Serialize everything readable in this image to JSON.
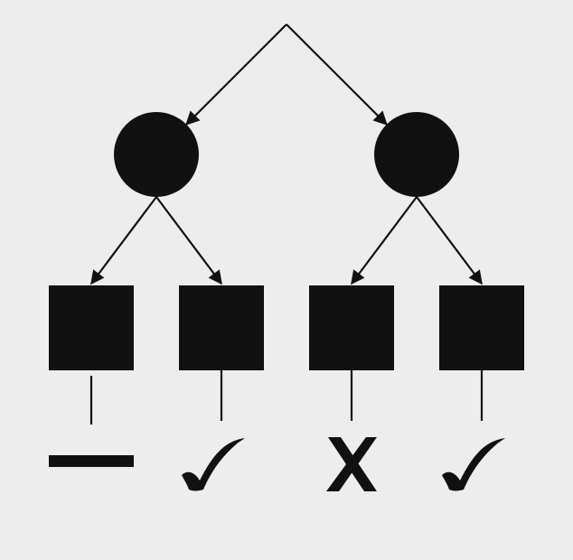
{
  "diagram": {
    "colors": {
      "background": "#ededed",
      "ink": "#111111"
    },
    "root": {
      "id": "root",
      "children": [
        "internal-left",
        "internal-right"
      ]
    },
    "internal_nodes": [
      {
        "id": "internal-left",
        "shape": "circle",
        "children": [
          "leaf-1",
          "leaf-2"
        ]
      },
      {
        "id": "internal-right",
        "shape": "circle",
        "children": [
          "leaf-3",
          "leaf-4"
        ]
      }
    ],
    "leaves": [
      {
        "id": "leaf-1",
        "shape": "square",
        "outcome_icon": "dash-icon"
      },
      {
        "id": "leaf-2",
        "shape": "square",
        "outcome_icon": "checkmark-icon"
      },
      {
        "id": "leaf-3",
        "shape": "square",
        "outcome_icon": "x-mark-icon"
      },
      {
        "id": "leaf-4",
        "shape": "square",
        "outcome_icon": "checkmark-icon"
      }
    ]
  }
}
